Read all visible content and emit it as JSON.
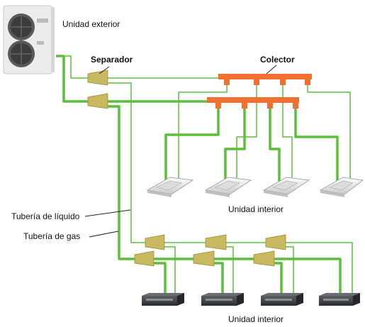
{
  "labels": {
    "outdoor_unit": "Unidad exterior",
    "separator": "Separador",
    "collector": "Colector",
    "indoor_unit_top": "Unidad interior",
    "indoor_unit_bottom": "Unidad interior",
    "liquid_pipe": "Tubería de líquido",
    "gas_pipe": "Tubería de gas"
  },
  "colors": {
    "gas_pipe": "#5bbf3a",
    "liquid_pipe": "#5bbf3a",
    "collector": "#f07030",
    "separator": "#c8b860",
    "unit_body": "#f2f2f2",
    "duct_unit": "#3a3d42"
  }
}
